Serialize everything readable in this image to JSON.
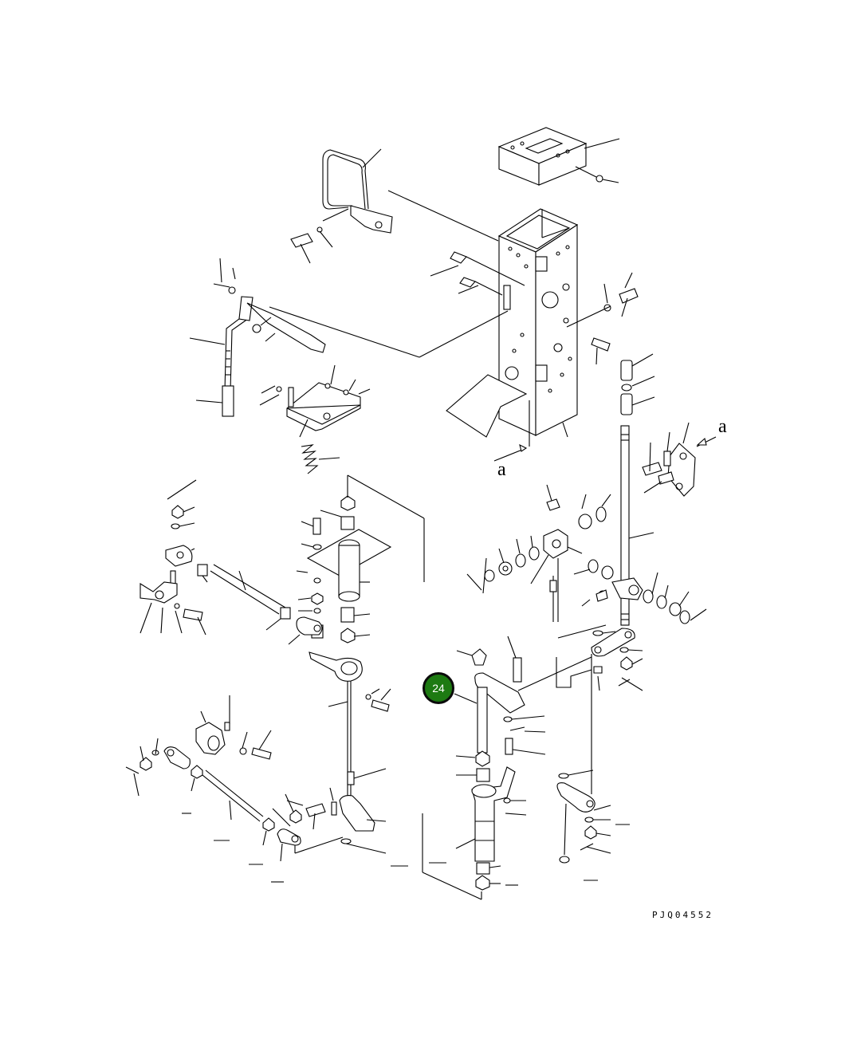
{
  "diagram": {
    "drawing_number": "PJQ04552",
    "callouts": [
      {
        "label": "24",
        "color": "#1d7a12"
      }
    ],
    "section_marks": [
      "a",
      "a"
    ]
  }
}
